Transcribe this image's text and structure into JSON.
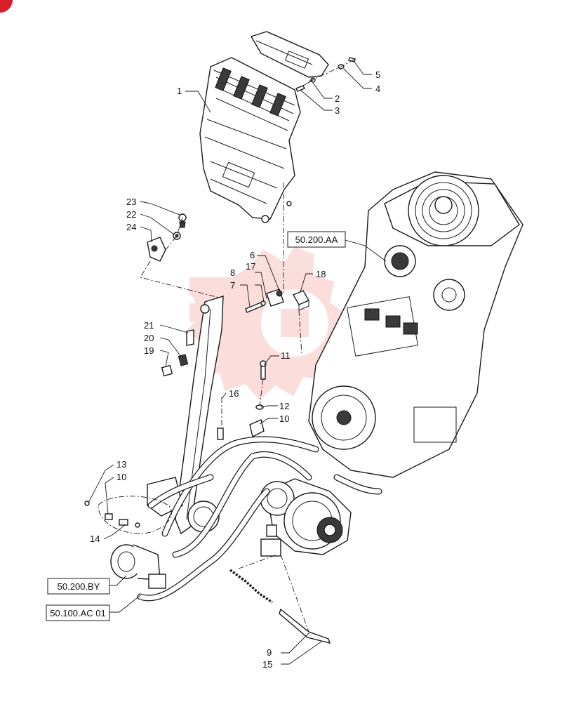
{
  "diagram": {
    "callouts": [
      {
        "id": "c1",
        "text": "1"
      },
      {
        "id": "c2",
        "text": "2"
      },
      {
        "id": "c3",
        "text": "3"
      },
      {
        "id": "c4",
        "text": "4"
      },
      {
        "id": "c5",
        "text": "5"
      },
      {
        "id": "c6",
        "text": "6"
      },
      {
        "id": "c7",
        "text": "7"
      },
      {
        "id": "c8",
        "text": "8"
      },
      {
        "id": "c9",
        "text": "9"
      },
      {
        "id": "c10a",
        "text": "10"
      },
      {
        "id": "c10b",
        "text": "10"
      },
      {
        "id": "c11",
        "text": "11"
      },
      {
        "id": "c12",
        "text": "12"
      },
      {
        "id": "c13",
        "text": "13"
      },
      {
        "id": "c14",
        "text": "14"
      },
      {
        "id": "c15",
        "text": "15"
      },
      {
        "id": "c16",
        "text": "16"
      },
      {
        "id": "c17",
        "text": "17"
      },
      {
        "id": "c18",
        "text": "18"
      },
      {
        "id": "c19",
        "text": "19"
      },
      {
        "id": "c20",
        "text": "20"
      },
      {
        "id": "c21",
        "text": "21"
      },
      {
        "id": "c22",
        "text": "22"
      },
      {
        "id": "c23",
        "text": "23"
      },
      {
        "id": "c24",
        "text": "24"
      }
    ],
    "references": {
      "ref1": "50.200.AA",
      "ref2": "50.200.BY",
      "ref3": "50.100.AC 01"
    },
    "colors": {
      "watermark": "#e8372f",
      "line": "#1a1a1a",
      "corner_badge": "#d81e2a"
    },
    "watermark_icon": "gear-logo-icon"
  }
}
